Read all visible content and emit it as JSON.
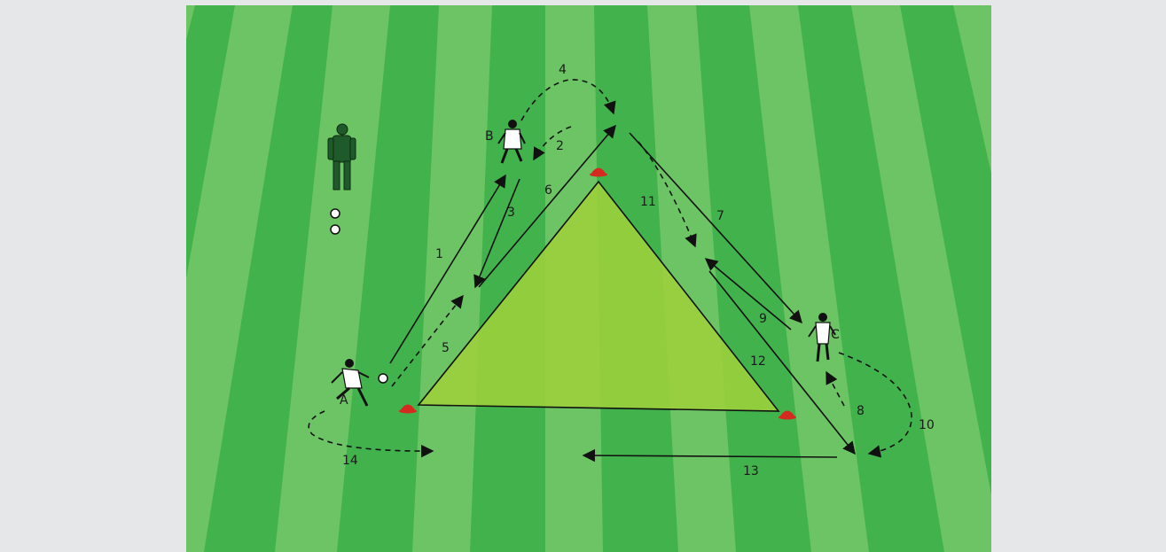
{
  "players": {
    "a": "A",
    "b": "B",
    "c": "C"
  },
  "steps": [
    "1",
    "2",
    "3",
    "4",
    "5",
    "6",
    "7",
    "8",
    "9",
    "10",
    "11",
    "12",
    "13",
    "14"
  ],
  "colors": {
    "stripe_light": "#6cc464",
    "stripe_dark": "#42b24c",
    "triangle_fill": "#9fd13a",
    "cone": "#d42a1f",
    "coach": "#1f5a2a"
  }
}
